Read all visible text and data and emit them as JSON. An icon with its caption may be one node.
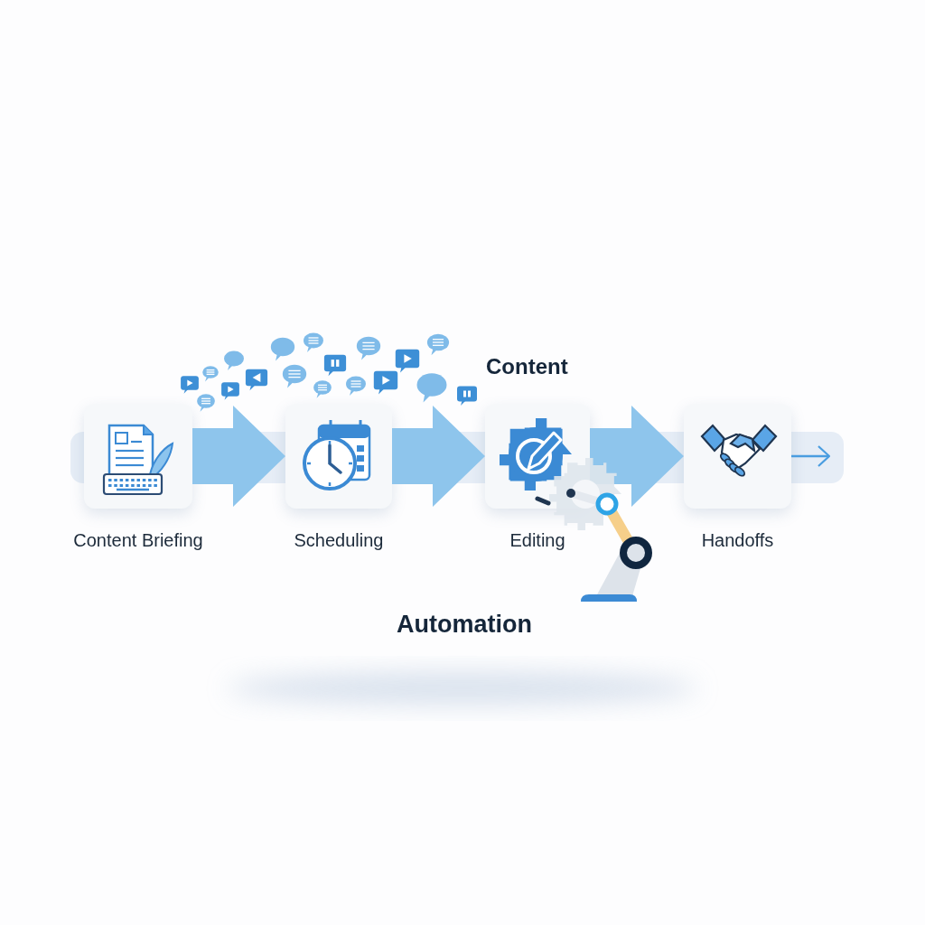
{
  "diagram": {
    "nodes": [
      {
        "text": [
          "Content Briefing"
        ]
      },
      {
        "text": [
          "Scheduling"
        ]
      },
      {
        "text": [
          "Editing"
        ]
      },
      {
        "text": [
          "Handoffs"
        ]
      }
    ],
    "edges": [
      {
        "from": 0,
        "to": 1,
        "arrow": "to",
        "style": "thick"
      },
      {
        "from": 1,
        "to": 2,
        "arrow": "to",
        "style": "thick"
      },
      {
        "from": 2,
        "to": 3,
        "arrow": "to",
        "style": "thick"
      },
      {
        "from": 3,
        "to": null,
        "arrow": "to",
        "color": "#4a9de0"
      }
    ],
    "labels": [
      "Content",
      "Automation"
    ]
  }
}
